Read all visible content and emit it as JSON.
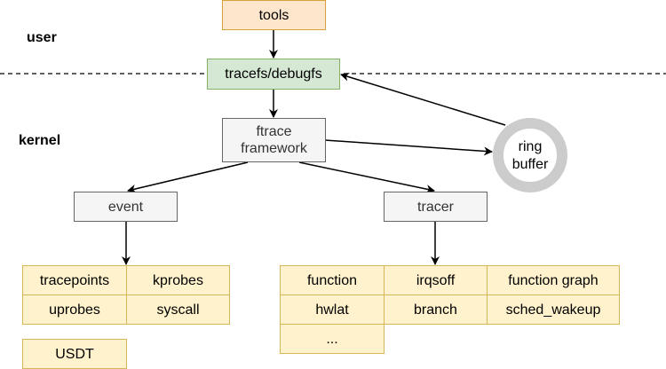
{
  "labels": {
    "user": "user",
    "kernel": "kernel"
  },
  "nodes": {
    "tools": "tools",
    "tracefs": "tracefs/debugfs",
    "ftrace": "ftrace framework",
    "ring_buffer": "ring buffer",
    "event": "event",
    "tracer": "tracer"
  },
  "event_types": [
    "tracepoints",
    "kprobes",
    "uprobes",
    "syscall",
    "USDT"
  ],
  "tracer_types": [
    "function",
    "irqsoff",
    "function graph",
    "hwlat",
    "branch",
    "sched_wakeup",
    "..."
  ],
  "colors": {
    "user_box": "#fde6cc",
    "fs_box": "#d5e8d4",
    "kernel_box": "#f5f5f5",
    "type_box": "#fff2cc",
    "ring": "#cccccc"
  }
}
